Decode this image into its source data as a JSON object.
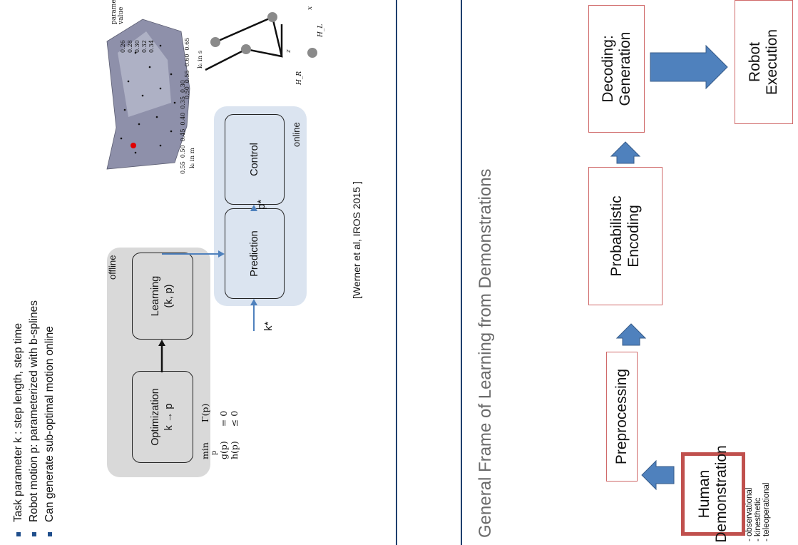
{
  "top": {
    "bullets": [
      "Task parameter k : step length, step time",
      "Robot motion p: parameterized with b-splines",
      "Can generate sub-optimal motion online"
    ],
    "offline_label": "offline",
    "online_label": "online",
    "optimization": [
      "Optimization",
      "k → p"
    ],
    "learning": [
      "Learning",
      "(k, p)"
    ],
    "prediction": "Prediction",
    "control": "Control",
    "k_star": "k*",
    "p_star": "p*",
    "formula": {
      "min": "min",
      "min_sub": "p",
      "objective": "Γ(p)",
      "g": "g(p)",
      "g_rel": "= 0",
      "h": "h(p)",
      "h_rel": "≤ 0"
    },
    "surface_axes": {
      "z_label": "parameter value",
      "z_ticks": [
        "0.26",
        "0.28",
        "0.30",
        "0.32",
        "0.34"
      ],
      "y_label": "kₜ in s",
      "y_ticks": [
        "0.50",
        "0.55",
        "0.60",
        "0.65"
      ],
      "x_label": "kₗ in m",
      "x_ticks": [
        "0.30",
        "0.35",
        "0.40",
        "0.45",
        "0.50",
        "0.55"
      ]
    },
    "robot_labels": [
      "H_L",
      "H_R",
      "x",
      "z"
    ],
    "citation": "[Werner et al, IROS 2015 ]"
  },
  "bottom": {
    "title": "General Frame of Learning from Demonstrations",
    "human": [
      "Human",
      "Demonstration"
    ],
    "preprocessing": "Preprocessing",
    "encoding": [
      "Probabilistic",
      "Encoding"
    ],
    "decoding": [
      "Decoding:",
      "Generation"
    ],
    "execution": [
      "Robot",
      "Execution"
    ],
    "modes": [
      "- observational",
      "- kinesthetic",
      "- teleoperational"
    ]
  },
  "colors": {
    "bullet": "#1f4e8c",
    "arrow": "#4f81bd",
    "offline_bg": "#d9d9d9",
    "online_bg": "#dbe4f0",
    "stage_border": "#d06a6a",
    "human_border": "#c0504d",
    "divider": "#1f3f6e"
  }
}
